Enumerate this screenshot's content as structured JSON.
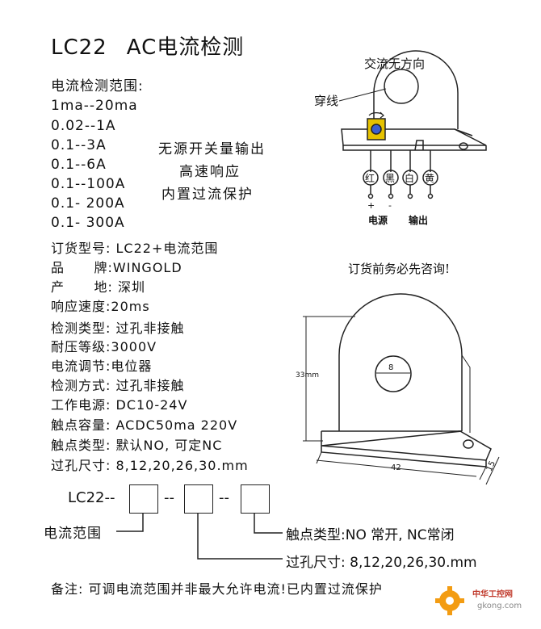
{
  "title": {
    "model": "LC22",
    "name": "AC电流检测"
  },
  "range": {
    "heading": "电流检测范围:",
    "items": [
      "1ma--20ma",
      "0.02--1A",
      "0.1--3A",
      "0.1--6A",
      "0.1--100A",
      "0.1- 200A",
      "0.1- 300A"
    ]
  },
  "features": [
    "无源开关量输出",
    "高速响应",
    "内置过流保护"
  ],
  "specs": [
    {
      "key": "订货型号:",
      "value": "LC22+电流范围"
    },
    {
      "key": "品      牌:",
      "value": "WINGOLD"
    },
    {
      "key": "产      地:",
      "value": "深圳"
    },
    {
      "key": "响应速度:",
      "value": "20ms"
    },
    {
      "key": "检测类型:",
      "value": "过孔非接触"
    },
    {
      "key": "耐压等级:",
      "value": "3000V"
    },
    {
      "key": "电流调节:",
      "value": "电位器"
    },
    {
      "key": "检测方式:",
      "value": "过孔非接触"
    },
    {
      "key": "工作电源:",
      "value": "DC10-24V"
    },
    {
      "key": "触点容量:",
      "value": "ACDC50ma 220V"
    },
    {
      "key": "触点类型:",
      "value": "默认NO, 可定NC"
    },
    {
      "key": "过孔尺寸:",
      "value": "8,12,20,26,30.mm"
    }
  ],
  "diagram_top": {
    "label_ac": "交流无方向",
    "label_wire": "穿线",
    "terminals": [
      "红",
      "黑",
      "白",
      "黄"
    ],
    "plus": "+",
    "minus": "-",
    "label_power": "电源",
    "label_output": "输出"
  },
  "order_note": "订货前务必先咨询!",
  "diagram_dims": {
    "height": "33mm",
    "hole": "8",
    "length": "42",
    "depth": "15"
  },
  "order_code": {
    "prefix": "LC22--",
    "sep1": "--",
    "sep2": "--",
    "label_range": "电流范围",
    "label_contact": "触点类型:NO 常开, NC常闭",
    "label_hole": "过孔尺寸:  8,12,20,26,30.mm"
  },
  "remark": "备注: 可调电流范围并非最大允许电流!已内置过流保护",
  "watermark": {
    "name": "中华工控网",
    "url": "gkong.com"
  }
}
